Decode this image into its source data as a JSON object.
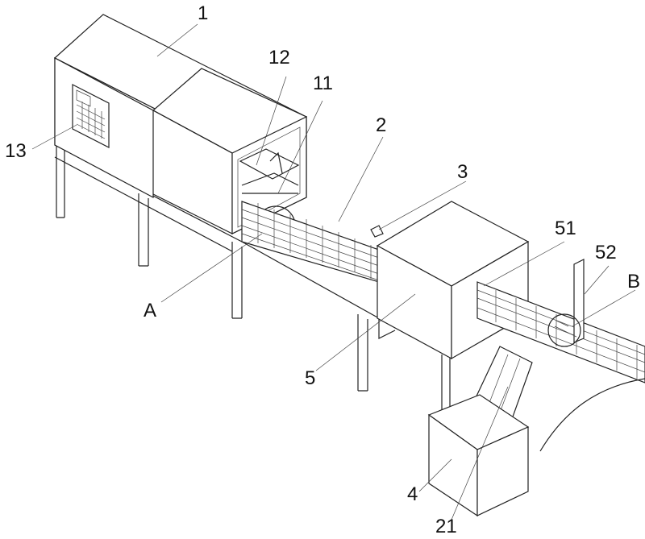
{
  "labels": {
    "l1": "1",
    "l12": "12",
    "l11": "11",
    "l2": "2",
    "l3": "3",
    "l13": "13",
    "l51": "51",
    "l52": "52",
    "lB": "B",
    "lA": "A",
    "l5": "5",
    "l4": "4",
    "l21": "21"
  }
}
